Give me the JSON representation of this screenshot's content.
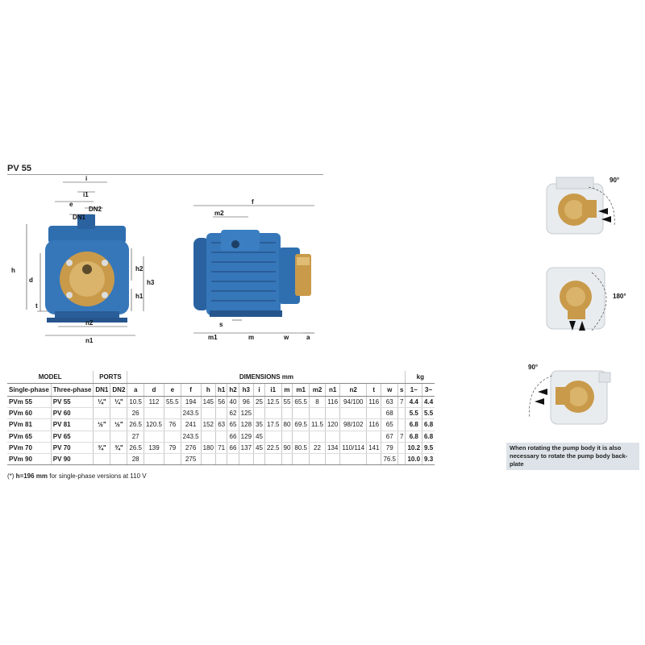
{
  "section_title": "PV 55",
  "front_view_labels": {
    "i": "i",
    "i1": "i1",
    "e": "e",
    "dn2": "DN2",
    "dn1": "DN1",
    "h": "h",
    "d": "d",
    "t": "t",
    "h2": "h2",
    "h1": "h1",
    "h3": "h3",
    "n2": "n2",
    "n1": "n1"
  },
  "side_view_labels": {
    "f": "f",
    "m2": "m2",
    "s": "s",
    "m1": "m1",
    "m": "m",
    "w": "w",
    "a": "a"
  },
  "rotation_labels": {
    "deg90_top": "90°",
    "deg180": "180°",
    "deg90_bottom": "90°"
  },
  "table": {
    "group_headers": {
      "model": "MODEL",
      "ports": "PORTS",
      "dimensions": "DIMENSIONS mm",
      "kg": "kg"
    },
    "columns": [
      "Single-phase",
      "Three-phase",
      "DN1",
      "DN2",
      "a",
      "d",
      "e",
      "f",
      "h",
      "h1",
      "h2",
      "h3",
      "i",
      "i1",
      "m",
      "m1",
      "m2",
      "n1",
      "n2",
      "t",
      "w",
      "s",
      "1~",
      "3~"
    ],
    "rows": [
      [
        "PVm 55",
        "PV 55",
        "¼\"",
        "¼\"",
        "10.5",
        "112",
        "55.5",
        "194",
        "145",
        "56",
        "40",
        "96",
        "25",
        "12.5",
        "55",
        "65.5",
        "8",
        "116",
        "94/100",
        "116",
        "63",
        "7",
        "4.4",
        "4.4"
      ],
      [
        "PVm 60",
        "PV 60",
        "",
        "",
        "26",
        "",
        "",
        "243.5",
        "",
        "",
        "62",
        "125",
        "",
        "",
        "",
        "",
        "",
        "",
        "",
        "",
        "68",
        "",
        "5.5",
        "5.5"
      ],
      [
        "PVm 81",
        "PV 81",
        "½\"",
        "½\"",
        "26.5",
        "120.5",
        "76",
        "241",
        "152",
        "63",
        "65",
        "128",
        "35",
        "17.5",
        "80",
        "69.5",
        "11.5",
        "120",
        "98/102",
        "116",
        "65",
        "",
        "6.8",
        "6.8"
      ],
      [
        "PVm 65",
        "PV 65",
        "",
        "",
        "27",
        "",
        "",
        "243.5",
        "",
        "",
        "66",
        "129",
        "45",
        "",
        "",
        "",
        "",
        "",
        "",
        "",
        "67",
        "7",
        "6.8",
        "6.8"
      ],
      [
        "PVm 70",
        "PV 70",
        "¾\"",
        "¾\"",
        "26.5",
        "139",
        "79",
        "276",
        "180",
        "71",
        "66",
        "137",
        "45",
        "22.5",
        "90",
        "80.5",
        "22",
        "134",
        "110/114",
        "141",
        "79",
        "",
        "10.2",
        "9.5"
      ],
      [
        "PVm 90",
        "PV 90",
        "",
        "",
        "28",
        "",
        "",
        "275",
        "",
        "",
        "",
        "",
        "",
        "",
        "",
        "",
        "",
        "",
        "",
        "",
        "76.5",
        "",
        "10.0",
        "9.3"
      ]
    ]
  },
  "footnote": {
    "prefix": "(*) ",
    "bold": "h=196 mm",
    "rest": " for single-phase versions at 110 V"
  },
  "note": "When rotating the pump body it is also necessary to rotate the pump body back-plate",
  "colors": {
    "pump_blue": "#2f6fb0",
    "pump_brass": "#c99a4a",
    "note_bg": "#dde3e8"
  }
}
